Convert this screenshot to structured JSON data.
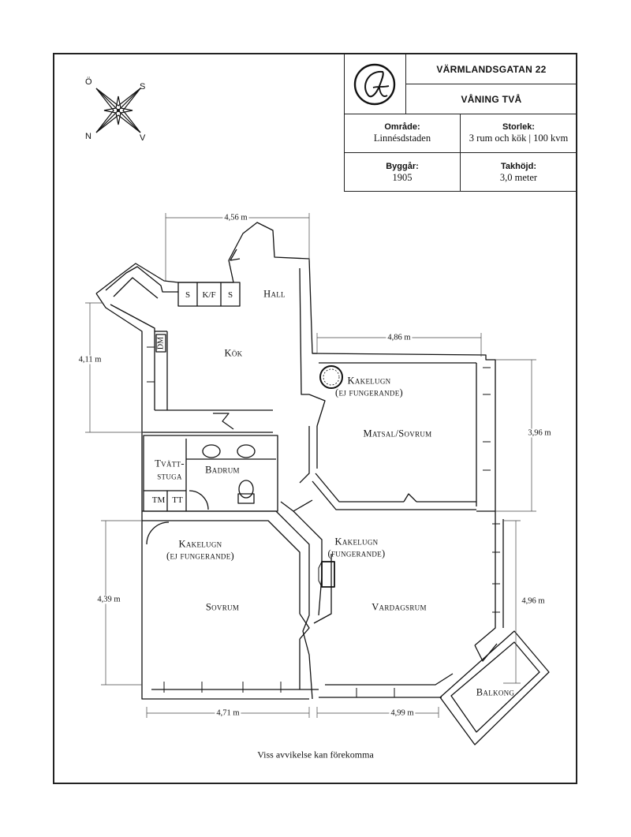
{
  "title_block": {
    "street": "VÄRMLANDSGATAN 22",
    "floor": "VÅNING TVÅ",
    "area_label": "Område:",
    "area_value": "Linnésdstaden",
    "size_label": "Storlek:",
    "size_value": "3 rum och kök | 100 kvm",
    "built_label": "Byggår:",
    "built_value": "1905",
    "ceiling_label": "Takhöjd:",
    "ceiling_value": "3,0 meter"
  },
  "compass": {
    "top_left": "Ö",
    "top_right": "S",
    "bottom_left": "N",
    "bottom_right": "V"
  },
  "rooms": {
    "hall": "Hall",
    "kok": "Kök",
    "matsal": "Matsal/Sovrum",
    "badrum": "Badrum",
    "tvatt_1": "Tvätt-",
    "tvatt_2": "stuga",
    "sovrum": "Sovrum",
    "vardagsrum": "Vardagsrum",
    "balkong": "Balkong"
  },
  "fixtures": {
    "s1": "S",
    "kf": "K/F",
    "s2": "S",
    "dm": "DM",
    "tm": "TM",
    "tt": "TT",
    "kakelugn_1": "Kakelugn",
    "kakelugn_1_note": "(ej fungerande)",
    "kakelugn_2": "Kakelugn",
    "kakelugn_2_note": "(ej fungerande)",
    "kakelugn_3": "Kakelugn",
    "kakelugn_3_note": "(fungerande)"
  },
  "dimensions": {
    "top_kok": "4,56 m",
    "left_kok": "4,11 m",
    "top_matsal": "4,86 m",
    "right_matsal": "3,96 m",
    "left_sovrum": "4,39 m",
    "right_vardagsrum": "4,96 m",
    "bottom_sovrum": "4,71 m",
    "bottom_vardagsrum": "4,99 m"
  },
  "disclaimer": "Viss avvikelse kan förekomma"
}
